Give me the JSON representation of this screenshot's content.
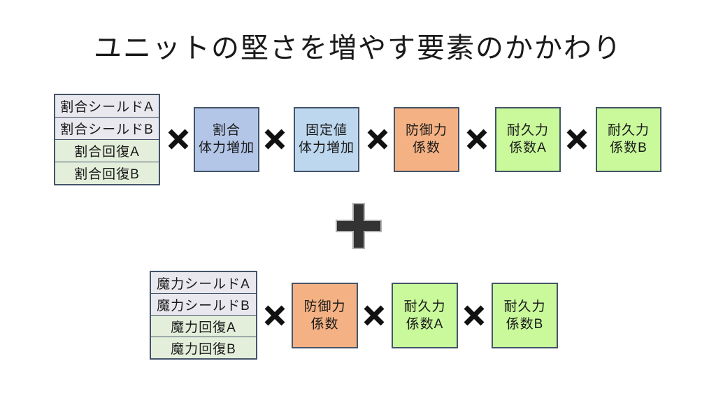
{
  "title": "ユニットの堅さを増やす要素のかかわり",
  "operators": {
    "multiply": "×",
    "plus": "＋"
  },
  "colors": {
    "background": "#ffffff",
    "border": "#44546a",
    "shield_row": "#e8e8ee",
    "recover_row": "#e4efdb",
    "ratio_hp_box": "#b3c6e7",
    "fixed_hp_box": "#bdd7ee",
    "defense_box": "#f4b183",
    "durability_box": "#c9f99b",
    "operator": "#111111",
    "plus_fill": "#333333"
  },
  "top_row": {
    "stack": [
      "割合シールドA",
      "割合シールドB",
      "割合回復A",
      "割合回復B"
    ],
    "boxes": [
      {
        "line1": "割合",
        "line2": "体力増加"
      },
      {
        "line1": "固定値",
        "line2": "体力増加"
      },
      {
        "line1": "防御力",
        "line2": "係数"
      },
      {
        "line1": "耐久力",
        "line2": "係数A"
      },
      {
        "line1": "耐久力",
        "line2": "係数B"
      }
    ]
  },
  "bottom_row": {
    "stack": [
      "魔力シールドA",
      "魔力シールドB",
      "魔力回復A",
      "魔力回復B"
    ],
    "boxes": [
      {
        "line1": "防御力",
        "line2": "係数"
      },
      {
        "line1": "耐久力",
        "line2": "係数A"
      },
      {
        "line1": "耐久力",
        "line2": "係数B"
      }
    ]
  }
}
